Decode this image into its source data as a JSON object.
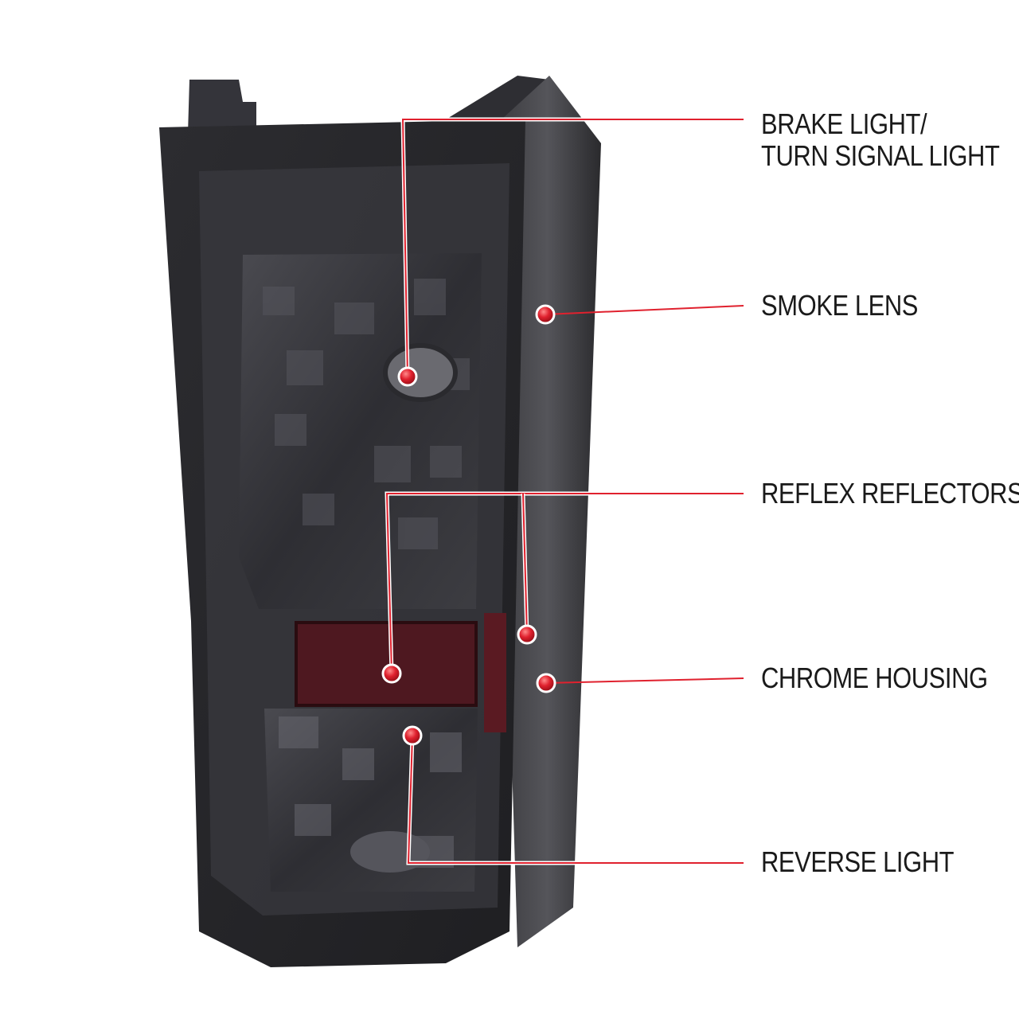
{
  "callouts": [
    {
      "id": "brake-turn",
      "lines": [
        "BRAKE LIGHT/",
        "TURN SIGNAL LIGHT"
      ]
    },
    {
      "id": "smoke-lens",
      "lines": [
        "SMOKE LENS"
      ]
    },
    {
      "id": "reflex-reflectors",
      "lines": [
        "REFLEX REFLECTORS"
      ]
    },
    {
      "id": "chrome-housing",
      "lines": [
        "CHROME HOUSING"
      ]
    },
    {
      "id": "reverse-light",
      "lines": [
        "REVERSE LIGHT"
      ]
    }
  ],
  "colors": {
    "accent": "#e0212e",
    "text": "#1a1a1a",
    "housing": "#2b2b2e",
    "reflector_red": "#5a1a22"
  }
}
